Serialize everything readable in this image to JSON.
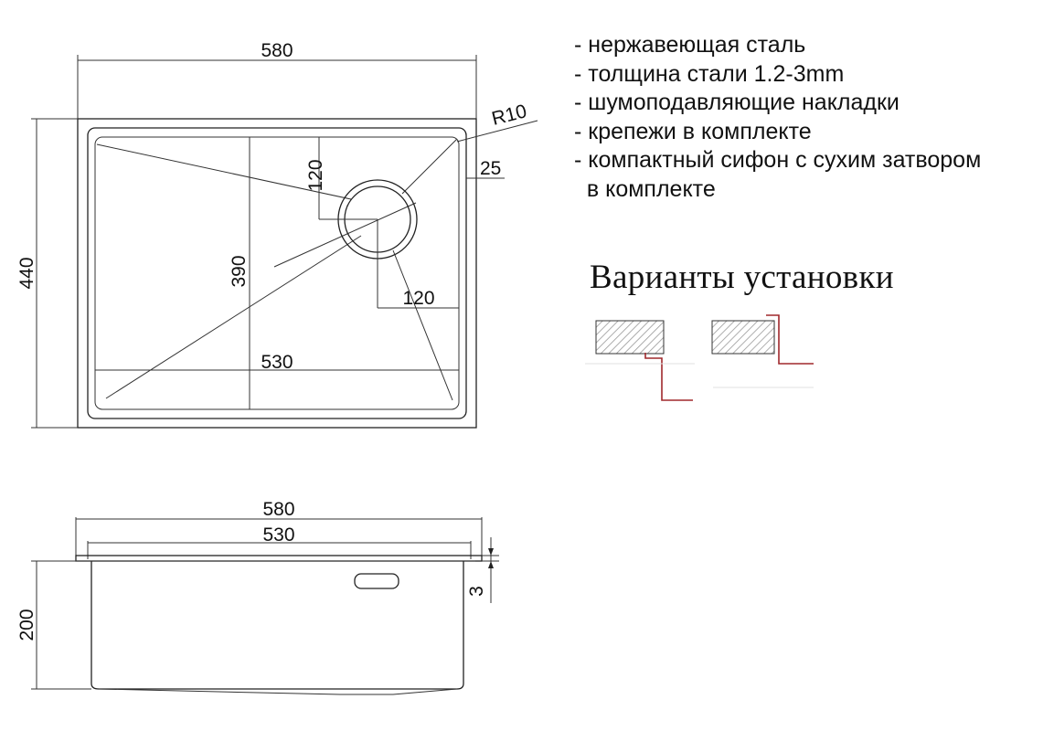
{
  "top_view": {
    "width_outer": "580",
    "depth_outer": "440",
    "radius": "R10",
    "edge_offset": "25",
    "drain_offset_vertical": "120",
    "inner_depth": "390",
    "drain_offset_horizontal": "120",
    "inner_width": "530"
  },
  "side_view": {
    "width_outer": "580",
    "width_inner": "530",
    "height": "200",
    "thickness": "3"
  },
  "specs": [
    "- нержавеющая сталь",
    "- толщина стали 1.2-3mm",
    "- шумоподавляющие накладки",
    "- крепежи в комплекте",
    "- компактный сифон с сухим затвором",
    "  в комплекте"
  ],
  "install_variants_title": "Варианты установки",
  "colors": {
    "line": "#222222",
    "hatch": "#9a9a9a",
    "accent_bracket": "#a0282c"
  }
}
